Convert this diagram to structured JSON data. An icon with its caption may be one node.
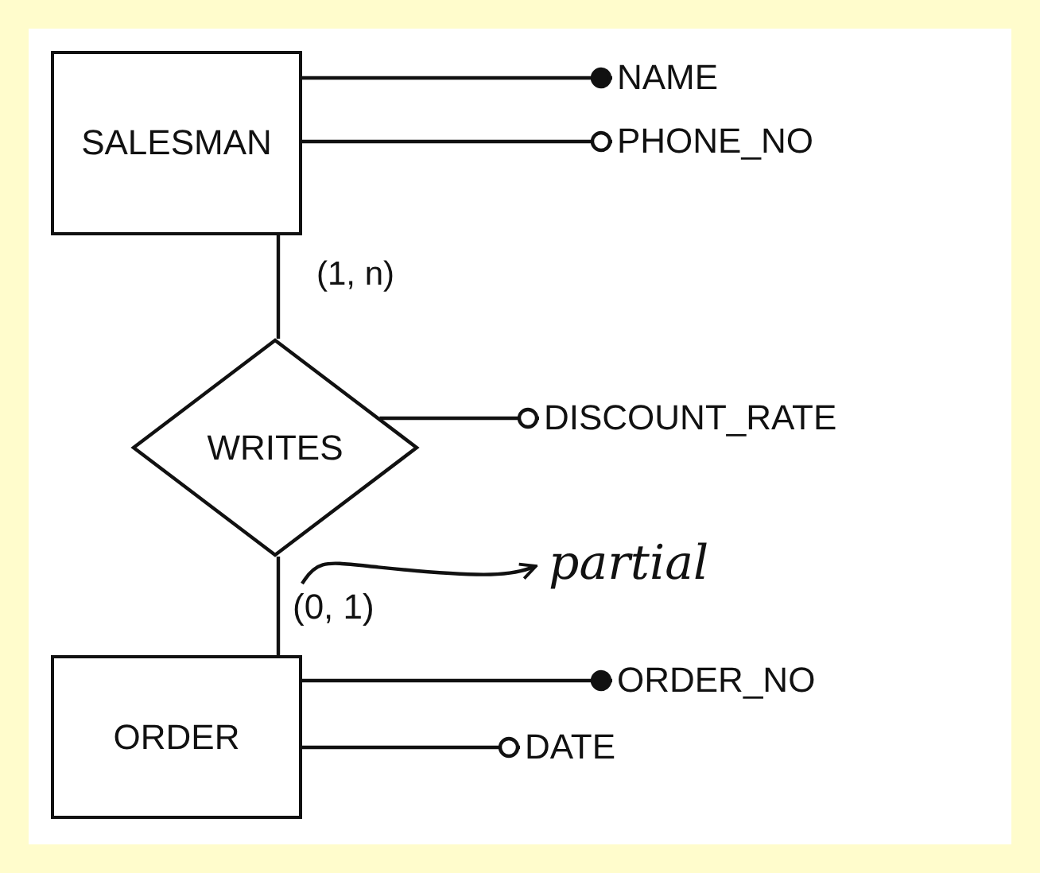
{
  "diagram": {
    "nodes": [
      {
        "text": [
          "SALESMAN"
        ]
      },
      {
        "text": [
          "NAME"
        ]
      },
      {
        "text": [
          "PHONE_NO"
        ]
      },
      {
        "text": [
          "WRITES"
        ]
      },
      {
        "text": [
          "DISCOUNT_RATE"
        ]
      },
      {
        "text": [
          "(0, 1)"
        ]
      },
      {
        "text": [
          "partial"
        ]
      },
      {
        "text": [
          "ORDER"
        ]
      },
      {
        "text": [
          "ORDER_NO"
        ]
      },
      {
        "text": [
          "DATE"
        ]
      }
    ],
    "edges": [
      {
        "from": 0,
        "to": 1,
        "arrow": "other"
      },
      {
        "from": 0,
        "to": 2,
        "arrow": "other"
      },
      {
        "from": 0,
        "to": 3,
        "arrow": "none",
        "label": "(1, n)"
      },
      {
        "from": 3,
        "to": 4,
        "arrow": "other"
      },
      {
        "from": 5,
        "to": 6,
        "arrow": "to"
      },
      {
        "from": 3,
        "to": 7,
        "arrow": "none"
      },
      {
        "from": 7,
        "to": 8,
        "arrow": "other"
      },
      {
        "from": 7,
        "to": 9,
        "arrow": "other"
      }
    ]
  }
}
